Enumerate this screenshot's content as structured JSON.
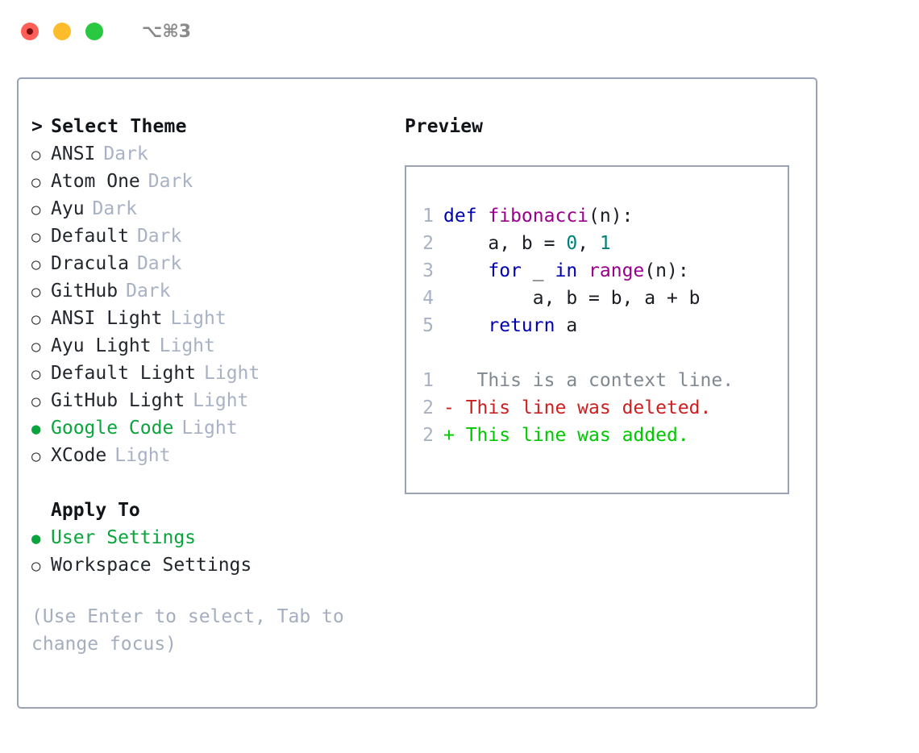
{
  "window": {
    "title": "⌥⌘3",
    "traffic_lights": [
      {
        "name": "close",
        "color": "#ff5f57"
      },
      {
        "name": "minimize",
        "color": "#fdbc2c"
      },
      {
        "name": "zoom",
        "color": "#28c840"
      }
    ]
  },
  "theme_picker": {
    "caret": ">",
    "heading": "Select Theme",
    "bullet_off": "○",
    "bullet_on": "●",
    "items": [
      {
        "label": "ANSI",
        "tag": "Dark",
        "selected": false
      },
      {
        "label": "Atom One",
        "tag": "Dark",
        "selected": false
      },
      {
        "label": "Ayu",
        "tag": "Dark",
        "selected": false
      },
      {
        "label": "Default",
        "tag": "Dark",
        "selected": false
      },
      {
        "label": "Dracula",
        "tag": "Dark",
        "selected": false
      },
      {
        "label": "GitHub",
        "tag": "Dark",
        "selected": false
      },
      {
        "label": "ANSI Light",
        "tag": "Light",
        "selected": false
      },
      {
        "label": "Ayu Light",
        "tag": "Light",
        "selected": false
      },
      {
        "label": "Default Light",
        "tag": "Light",
        "selected": false
      },
      {
        "label": "GitHub Light",
        "tag": "Light",
        "selected": false
      },
      {
        "label": "Google Code",
        "tag": "Light",
        "selected": true
      },
      {
        "label": "XCode",
        "tag": "Light",
        "selected": false
      }
    ]
  },
  "apply_to": {
    "heading": "Apply To",
    "options": [
      {
        "label": "User Settings",
        "selected": true
      },
      {
        "label": "Workspace Settings",
        "selected": false
      }
    ]
  },
  "hint": "(Use Enter to select, Tab to change focus)",
  "preview": {
    "title": "Preview",
    "code_lines": [
      {
        "lineno": "1",
        "tokens": [
          {
            "text": "def ",
            "type": "kw"
          },
          {
            "text": "fibonacci",
            "type": "fn"
          },
          {
            "text": "(n):",
            "type": "punc"
          }
        ]
      },
      {
        "lineno": "2",
        "tokens": [
          {
            "text": "    a, b = ",
            "type": "plain"
          },
          {
            "text": "0",
            "type": "num"
          },
          {
            "text": ", ",
            "type": "plain"
          },
          {
            "text": "1",
            "type": "num"
          }
        ]
      },
      {
        "lineno": "3",
        "tokens": [
          {
            "text": "    ",
            "type": "plain"
          },
          {
            "text": "for",
            "type": "kw"
          },
          {
            "text": " _ ",
            "type": "plain"
          },
          {
            "text": "in",
            "type": "kw"
          },
          {
            "text": " ",
            "type": "plain"
          },
          {
            "text": "range",
            "type": "fn"
          },
          {
            "text": "(n):",
            "type": "punc"
          }
        ]
      },
      {
        "lineno": "4",
        "tokens": [
          {
            "text": "        a, b = b, a + b",
            "type": "plain"
          }
        ]
      },
      {
        "lineno": "5",
        "tokens": [
          {
            "text": "    ",
            "type": "plain"
          },
          {
            "text": "return",
            "type": "kw"
          },
          {
            "text": " a",
            "type": "plain"
          }
        ]
      }
    ],
    "diff_lines": [
      {
        "lineno": "1",
        "marker": " ",
        "text": "  This is a context line.",
        "type": "ctx"
      },
      {
        "lineno": "2",
        "marker": "-",
        "text": " This line was deleted.",
        "type": "del"
      },
      {
        "lineno": "2",
        "marker": "+",
        "text": " This line was added.",
        "type": "add"
      }
    ]
  },
  "colors": {
    "accent_green": "#0aa43c",
    "border": "#9aa3b5",
    "tag_gray": "#a8b2c4",
    "hint_gray": "#a4aebe",
    "keyword": "#0000b3",
    "function": "#99008c",
    "number": "#00807a",
    "diff_delete": "#cc2020",
    "diff_add": "#00c800",
    "diff_context": "#808891",
    "lineno": "#a8b2c4"
  }
}
